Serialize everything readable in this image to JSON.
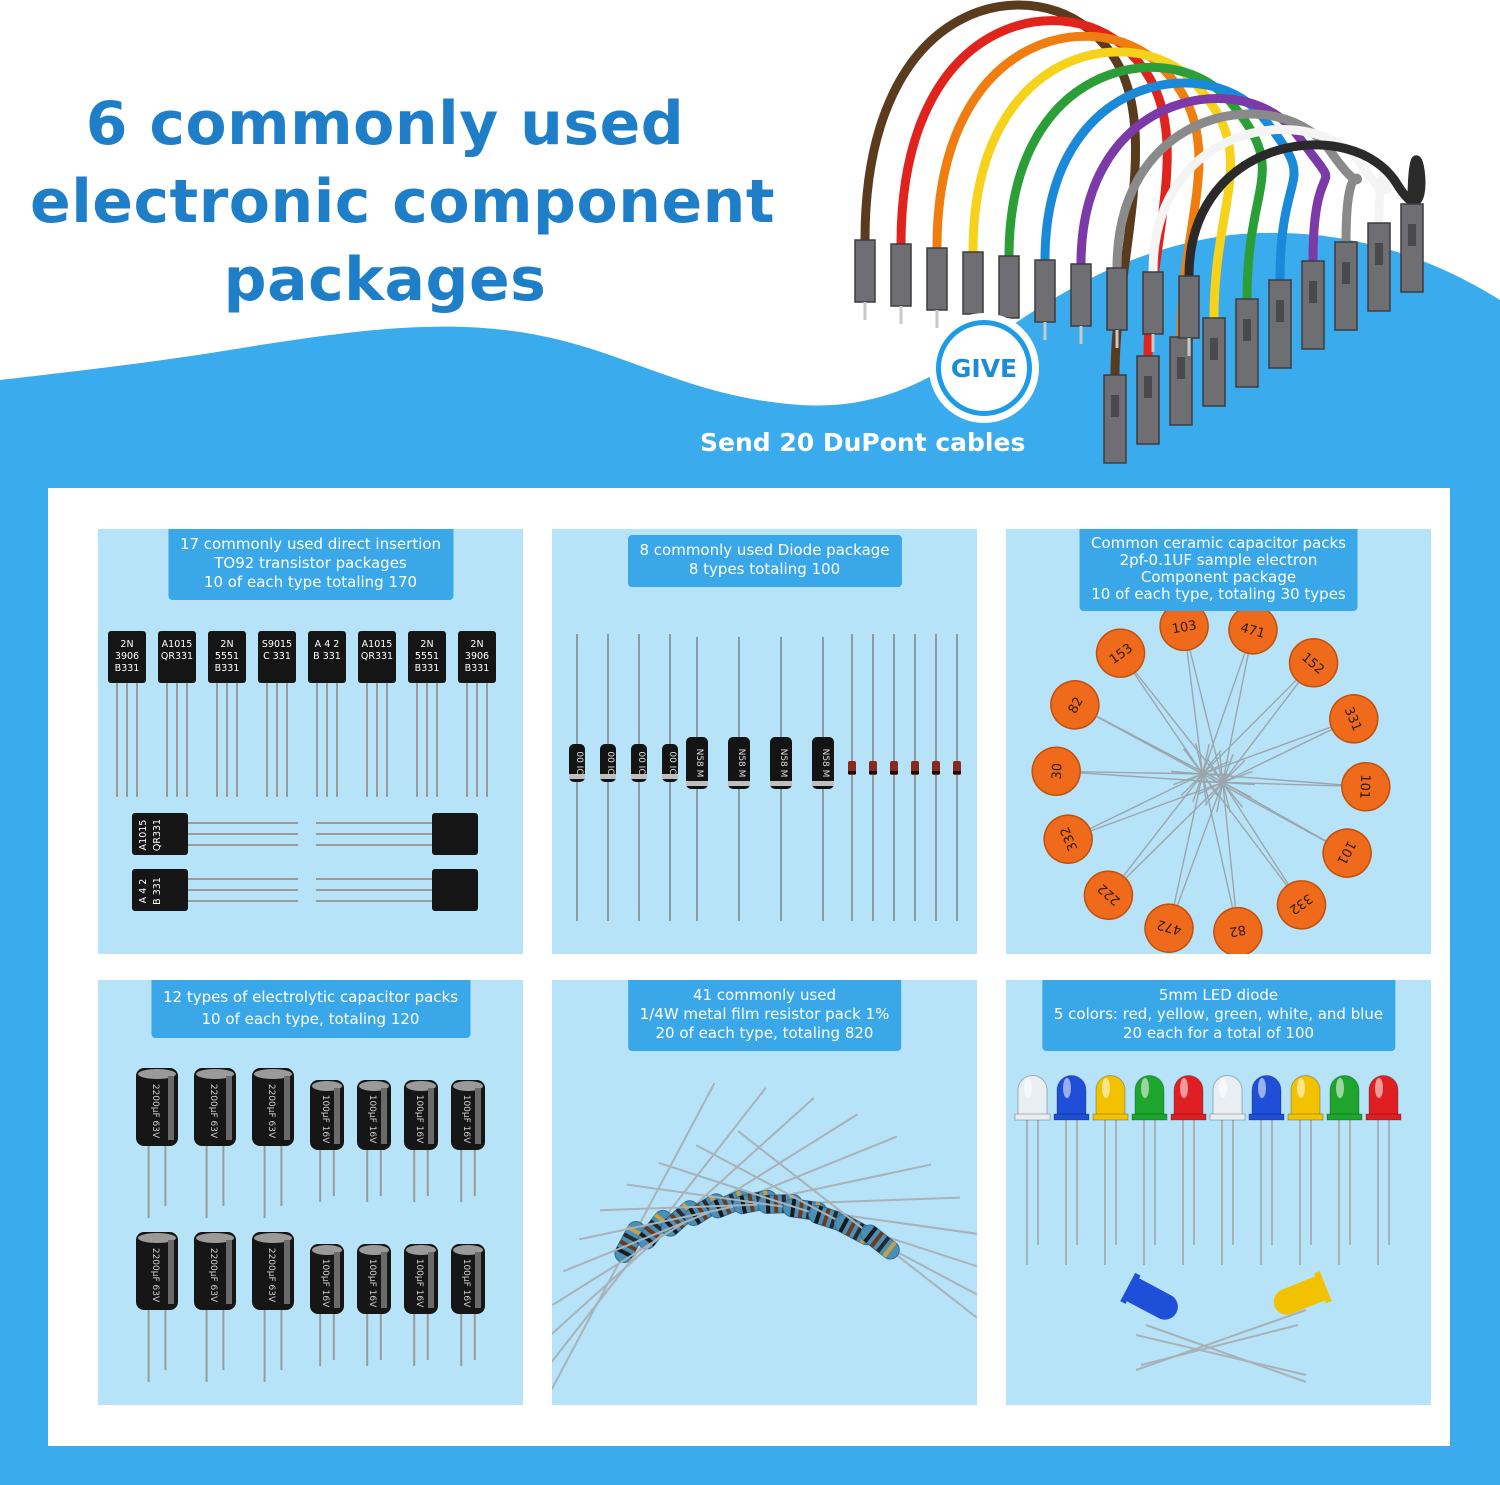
{
  "headline": [
    "6 commonly used",
    "electronic component",
    "packages"
  ],
  "badge": "GIVE",
  "send_label": "Send 20 DuPont cables",
  "colors": {
    "brand_blue": "#1e7ec8",
    "bg_blue": "#3aabec",
    "panel": "#b7e3f8",
    "caption": "#3aa8e8",
    "cables": [
      "#5a3b1e",
      "#e0231d",
      "#f07d10",
      "#f7d21a",
      "#2c9e38",
      "#1a8ad8",
      "#7c3aa8",
      "#8a8a8a",
      "#f4f4f4",
      "#2a2a2a"
    ]
  },
  "panels": [
    {
      "id": "transistor",
      "caption": [
        "17 commonly used direct insertion",
        "TO92 transistor packages",
        "10 of each type  totaling 170"
      ],
      "items": [
        [
          "2N",
          "3906",
          "B331"
        ],
        [
          "A1015",
          "QR331"
        ],
        [
          "2N",
          "5551",
          "B331"
        ],
        [
          "S9015",
          "C 331"
        ],
        [
          "A 4 2",
          "B 331"
        ],
        [
          "A1015",
          "QR331"
        ],
        [
          "2N",
          "5551",
          "B331"
        ],
        [
          "2N",
          "3906",
          "B331"
        ]
      ],
      "side": [
        [
          "A1015",
          "QR331"
        ],
        [
          "A 4 2",
          "B 331"
        ]
      ]
    },
    {
      "id": "diode",
      "caption": [
        "8 commonly used Diode package",
        "8 types totaling 100"
      ],
      "items": [
        "00 IC",
        "00 IC",
        "00 IC",
        "00 IC",
        "N58 M",
        "N58 M",
        "N58 M",
        "N58 M"
      ]
    },
    {
      "id": "ceramic",
      "caption": [
        "Common ceramic capacitor packs",
        "2pf-0.1UF sample electron",
        "Component package",
        "10 of each type, totaling 30 types"
      ],
      "items": [
        "103",
        "471",
        "152",
        "331",
        "101",
        "101",
        "332",
        "82",
        "472",
        "222",
        "332",
        "30",
        "82",
        "153"
      ]
    },
    {
      "id": "electrolytic",
      "caption": [
        "12 types of electrolytic capacitor packs",
        "10 of each type, totaling 120"
      ],
      "items": [
        "2200µF 63V",
        "2200µF 63V",
        "2200µF 63V",
        "100µF 16V",
        "100µF 16V",
        "100µF 16V",
        "100µF 16V"
      ]
    },
    {
      "id": "resistor",
      "caption": [
        "41 commonly used",
        "1/4W metal film resistor pack 1%",
        "20 of each type, totaling 820"
      ]
    },
    {
      "id": "led",
      "caption": [
        "5mm LED diode",
        "5 colors: red, yellow, green, white, and blue",
        "20 each for a total of 100"
      ],
      "colors": [
        "#e8eef2",
        "#1f4fd8",
        "#f2c200",
        "#1ea52e",
        "#e01f22",
        "#e8eef2",
        "#1f4fd8",
        "#f2c200",
        "#1ea52e",
        "#e01f22"
      ]
    }
  ]
}
